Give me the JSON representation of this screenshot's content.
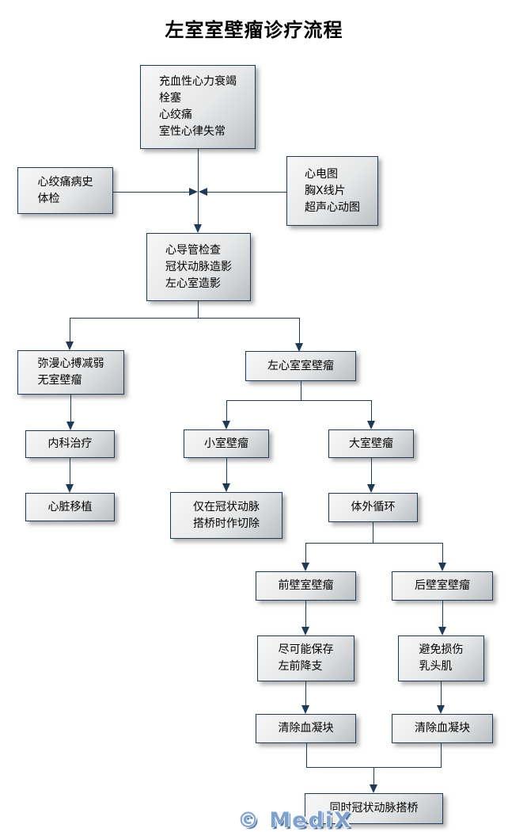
{
  "title": "左室室壁瘤诊疗流程",
  "watermark": "© MediX",
  "colors": {
    "connector_line": "#1f3a57",
    "box_border": "#1f3a57",
    "box_gradient_top": "#f7f7f7",
    "box_gradient_bottom": "#bcc0c4",
    "watermark_blue": "#7fa1cd",
    "title_color": "#000000"
  },
  "nodes": {
    "symptoms": {
      "text": "充血性心力衰竭\n栓塞\n心绞痛\n室性心律失常"
    },
    "history": {
      "text": "心绞痛病史\n体检"
    },
    "ecg": {
      "text": "心电图\n胸X线片\n超声心动图"
    },
    "catheter": {
      "text": "心导管检查\n冠状动脉造影\n左心室造影"
    },
    "diffuse": {
      "text": "弥漫心搏减弱\n无室壁瘤"
    },
    "lv_aneurysm": {
      "text": "左心室室壁瘤"
    },
    "medical_therapy": {
      "text": "内科治疗"
    },
    "small_aneurysm": {
      "text": "小室壁瘤"
    },
    "large_aneurysm": {
      "text": "大室壁瘤"
    },
    "transplant": {
      "text": "心脏移植"
    },
    "resect_with_cabg": {
      "text": "仅在冠状动脉\n搭桥时作切除"
    },
    "cpb": {
      "text": "体外循环"
    },
    "anterior": {
      "text": "前壁室壁瘤"
    },
    "posterior": {
      "text": "后壁室壁瘤"
    },
    "preserve_lad": {
      "text": "尽可能保存\n左前降支"
    },
    "avoid_papillary": {
      "text": "避免损伤\n乳头肌"
    },
    "remove_clot_left": {
      "text": "清除血凝块"
    },
    "remove_clot_right": {
      "text": "清除血凝块"
    },
    "cabg_same_time": {
      "text": "同时冠状动脉搭桥"
    }
  }
}
